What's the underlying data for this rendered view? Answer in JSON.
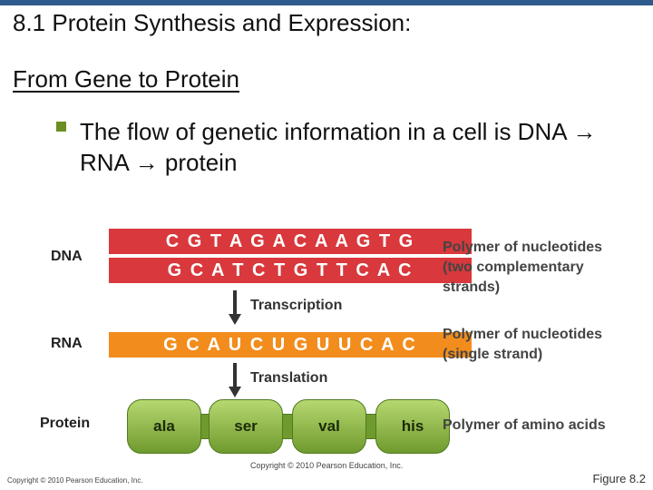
{
  "slide": {
    "title": "8.1 Protein Synthesis and Expression:",
    "subtitle": "From Gene to Protein",
    "bullet": "The flow of genetic information in a cell is DNA → RNA → protein"
  },
  "figure": {
    "labels": {
      "dna": "DNA",
      "rna": "RNA",
      "protein": "Protein"
    },
    "dna_top": "C G T A G A C A A G T G",
    "dna_bottom": "G C A T C T G T T C A C",
    "rna": "G C A U C U G U U C A C",
    "amino_acids": [
      "ala",
      "ser",
      "val",
      "his"
    ],
    "steps": {
      "transcription": "Transcription",
      "translation": "Translation"
    },
    "descriptions": {
      "dna": "Polymer of nucleotides (two complementary strands)",
      "rna": "Polymer of nucleotides (single strand)",
      "protein": "Polymer of amino acids"
    },
    "copyright": "Copyright © 2010 Pearson Education, Inc."
  },
  "footer": {
    "left": "Copyright © 2010 Pearson Education, Inc.",
    "right": "Figure 8.2"
  },
  "colors": {
    "dna_strand": "#d9383c",
    "rna_strand": "#f28c1c",
    "protein_bead": "#8db848",
    "bullet": "#6b8e23"
  }
}
